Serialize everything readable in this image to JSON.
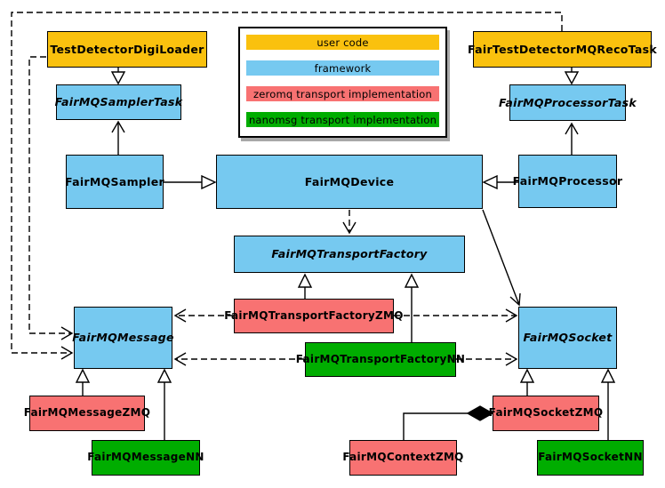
{
  "diagram": {
    "kind": "uml-class-diagram",
    "classes": [
      {
        "id": "testdetectordigiloader",
        "label": "TestDetectorDigiLoader",
        "category": "user_code",
        "abstract": false
      },
      {
        "id": "fairtestdetectormqrecotask",
        "label": "FairTestDetectorMQRecoTask",
        "category": "user_code",
        "abstract": false
      },
      {
        "id": "fairmqsamplertask",
        "label": "FairMQSamplerTask",
        "category": "framework",
        "abstract": true
      },
      {
        "id": "fairmqprocessortask",
        "label": "FairMQProcessorTask",
        "category": "framework",
        "abstract": true
      },
      {
        "id": "fairmqsampler",
        "label": "FairMQSampler",
        "category": "framework",
        "abstract": false
      },
      {
        "id": "fairmqdevice",
        "label": "FairMQDevice",
        "category": "framework",
        "abstract": false
      },
      {
        "id": "fairmqprocessor",
        "label": "FairMQProcessor",
        "category": "framework",
        "abstract": false
      },
      {
        "id": "fairmqtransportfactory",
        "label": "FairMQTransportFactory",
        "category": "framework",
        "abstract": true
      },
      {
        "id": "fairmqtransportfactoryzmq",
        "label": "FairMQTransportFactoryZMQ",
        "category": "zeromq",
        "abstract": false
      },
      {
        "id": "fairmqtransportfactorynn",
        "label": "FairMQTransportFactoryNN",
        "category": "nanomsg",
        "abstract": false
      },
      {
        "id": "fairmqmessage",
        "label": "FairMQMessage",
        "category": "framework",
        "abstract": true
      },
      {
        "id": "fairmqsocket",
        "label": "FairMQSocket",
        "category": "framework",
        "abstract": true
      },
      {
        "id": "fairmqmessagezmq",
        "label": "FairMQMessageZMQ",
        "category": "zeromq",
        "abstract": false
      },
      {
        "id": "fairmqmessagenn",
        "label": "FairMQMessageNN",
        "category": "nanomsg",
        "abstract": false
      },
      {
        "id": "fairmqsocketzmq",
        "label": "FairMQSocketZMQ",
        "category": "zeromq",
        "abstract": false
      },
      {
        "id": "fairmqsocketnn",
        "label": "FairMQSocketNN",
        "category": "nanomsg",
        "abstract": false
      },
      {
        "id": "fairmqcontextzmq",
        "label": "FairMQContextZMQ",
        "category": "zeromq",
        "abstract": false
      }
    ]
  },
  "legend": {
    "items": [
      {
        "label": "user code",
        "color": "#FAC10E"
      },
      {
        "label": "framework",
        "color": "#76C9F0"
      },
      {
        "label": "zeromq transport implementation",
        "color": "#F87272"
      },
      {
        "label": "nanomsg transport implementation",
        "color": "#00AD00"
      }
    ]
  },
  "colors": {
    "user_code": "#FAC10E",
    "framework": "#76C9F0",
    "zeromq": "#F87272",
    "nanomsg": "#00AD00",
    "line": "#000000",
    "background": "#FFFFFF",
    "legend_shadow": "#A8A8A8"
  }
}
